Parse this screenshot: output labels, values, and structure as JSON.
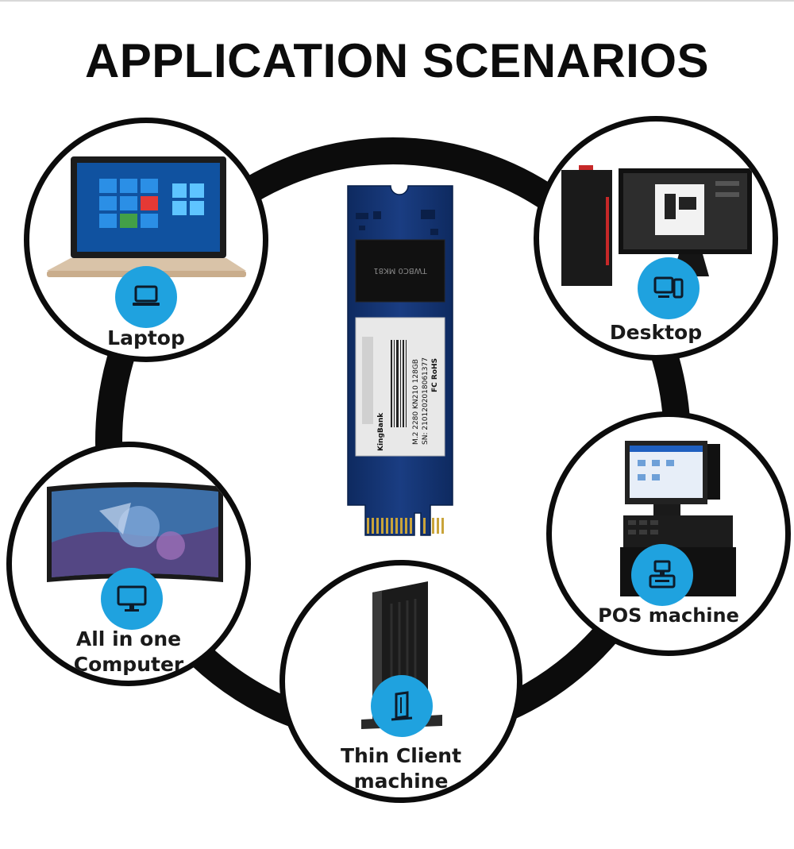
{
  "title": "APPLICATION SCENARIOS",
  "colors": {
    "ring": "#0c0c0c",
    "badge": "#1fa2df",
    "pcb": "#12306f",
    "gold": "#c9a43a"
  },
  "ssd": {
    "brand": "KingBank",
    "model": "M.2  2280  KN210  128GB",
    "serial": "SN: 2101202018061377",
    "marks": "FC  RoHS",
    "chip": "TWBC0  MK81"
  },
  "scenarios": [
    {
      "id": "laptop",
      "label": "Laptop",
      "icon": "laptop-icon"
    },
    {
      "id": "desktop",
      "label": "Desktop",
      "icon": "desktop-icon"
    },
    {
      "id": "pos",
      "label": "POS machine",
      "icon": "pos-icon"
    },
    {
      "id": "thin",
      "label_line1": "Thin Client",
      "label_line2": "machine",
      "icon": "thin-client-icon"
    },
    {
      "id": "aio",
      "label_line1": "All in one",
      "label_line2": "Computer",
      "icon": "monitor-icon"
    }
  ]
}
